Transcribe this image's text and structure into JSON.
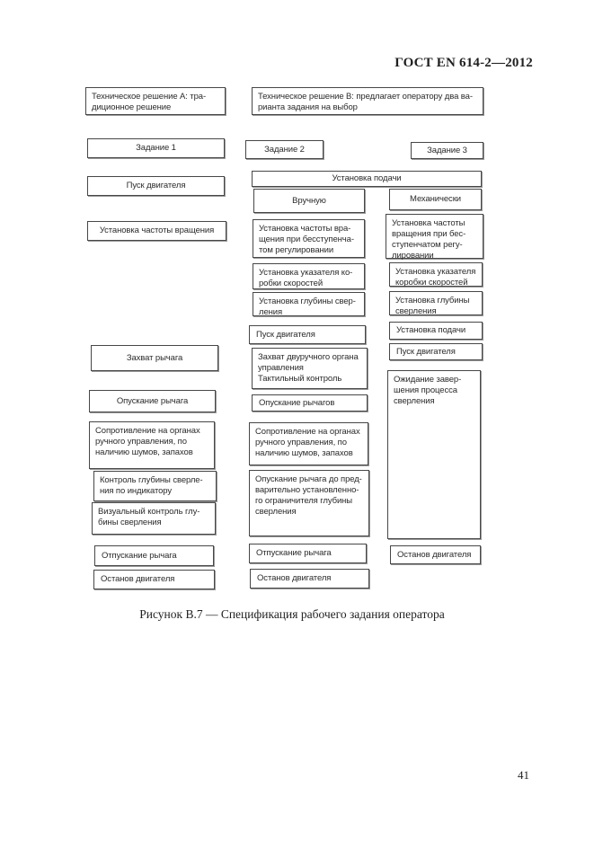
{
  "header": "ГОСТ EN 614-2—2012",
  "caption": "Рисунок В.7 — Спецификация рабочего задания оператора",
  "page_number": "41",
  "boxes": {
    "a1": "Техническое решение А: тра-\nдиционное решение",
    "a2": "Задание 1",
    "a3": "Пуск двигателя",
    "a4": "Установка частоты вращения",
    "a5": "Захват рычага",
    "a6": "Опускание рычага",
    "a7": "Сопротивление на органах\nручного управления, по\nналичию шумов, запахов",
    "a8": "Контроль глубины сверле-\nния по индикатору",
    "a9": "Визуальный контроль глу-\nбины сверления",
    "a10": "Отпускание рычага",
    "a11": "Останов двигателя",
    "b1": "Техническое решение В: предлагает оператору два ва-\nрианта задания на выбор",
    "b2": "Задание 2",
    "bw": "Установка подачи",
    "b3": "Вручную",
    "b4": "Установка частоты вра-\nщения при бесступенча-\nтом регулировании",
    "b5": "Установка указателя ко-\nробки скоростей",
    "b6": "Установка глубины свер-\nления",
    "b7": "Пуск двигателя",
    "b8": "Захват двуручного органа\nуправления\nТактильный контроль",
    "b9": "Опускание рычагов",
    "b10": "Сопротивление на органах\nручного управления, по\nналичию шумов, запахов",
    "b11": "Опускание рычага до пред-\nварительно установленно-\nго ограничителя глубины\nсверления",
    "b12": "Отпускание рычага",
    "b13": "Останов двигателя",
    "c2": "Задание 3",
    "c3": "Механически",
    "c4": "Установка частоты\nвращения при бес-\nступенчатом регу-\nлировании",
    "c5": "Установка указателя\nкоробки скоростей",
    "c6": "Установка глубины\nсверления",
    "c7": "Установка подачи",
    "c8": "Пуск двигателя",
    "c9": "Ожидание завер-\nшения процесса\nсверления",
    "c10": "Останов двигателя"
  }
}
